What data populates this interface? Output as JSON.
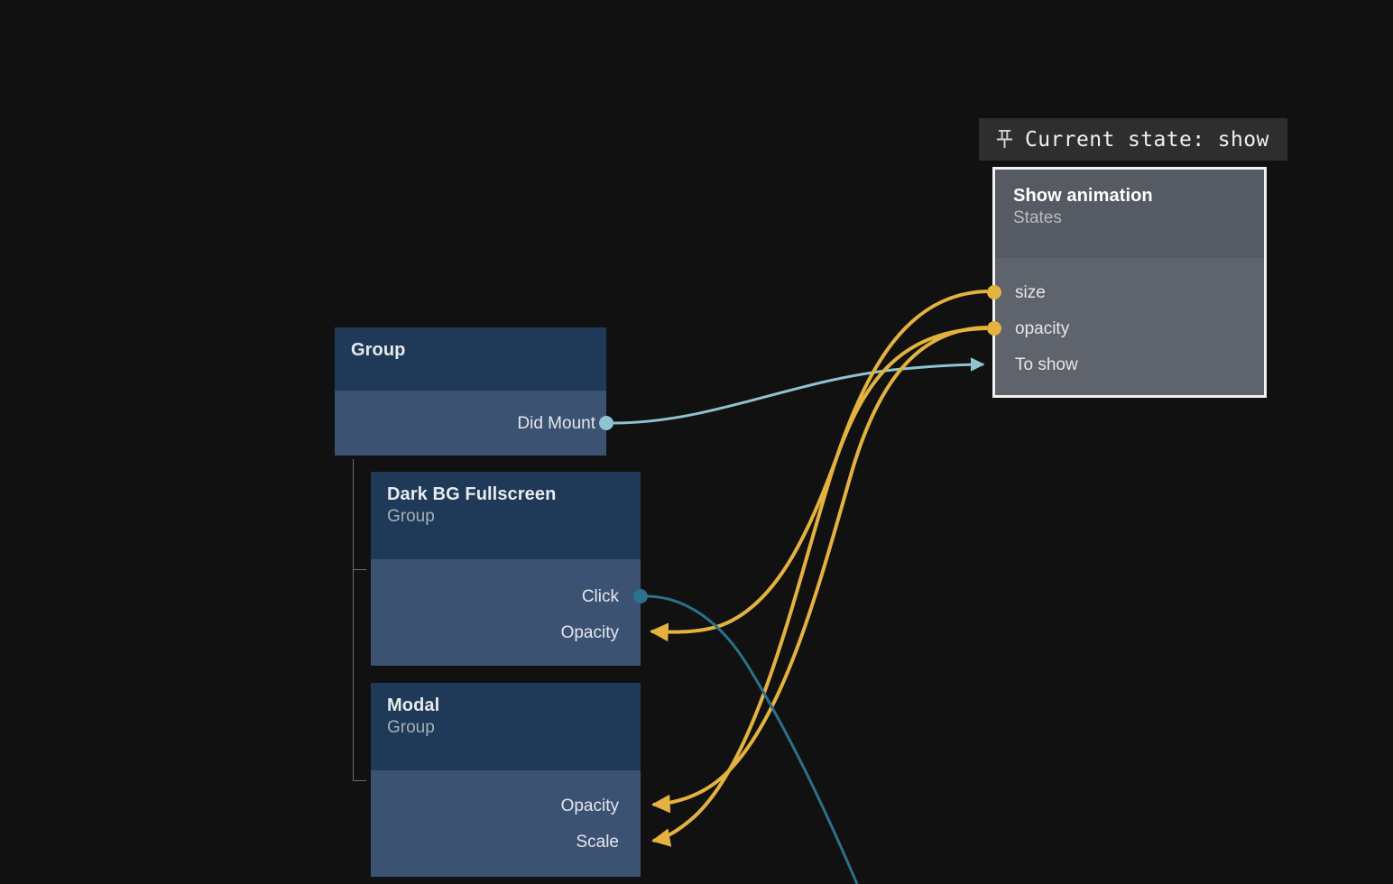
{
  "app": {
    "canvas_background": "#111111",
    "kind": "node-graph-editor"
  },
  "state_badge": {
    "icon": "pin-icon",
    "text": "Current state: show",
    "background": "#2e2e2e",
    "text_color": "#f0f0f0"
  },
  "colors": {
    "node_header_blue": "#1e3a58",
    "node_body_blue": "#3c5273",
    "node_header_gray": "#565a63",
    "node_body_gray": "#5f636c",
    "selection_border": "#f2f2f2",
    "edge_amber": "#e4b23f",
    "edge_light_blue": "#8fc3d2",
    "edge_teal": "#2b718b",
    "tree_guide": "#6e6e6e"
  },
  "nodes": [
    {
      "id": "group",
      "title": "Group",
      "subtitle": "",
      "selected": false,
      "ports": [
        {
          "name": "Did Mount",
          "side": "out",
          "shape": "dot",
          "color": "#8fc3d2"
        }
      ]
    },
    {
      "id": "dark-bg-fullscreen",
      "title": "Dark BG Fullscreen",
      "subtitle": "Group",
      "selected": false,
      "ports": [
        {
          "name": "Click",
          "side": "out",
          "shape": "dot",
          "color": "#2b718b"
        },
        {
          "name": "Opacity",
          "side": "in",
          "shape": "arrow",
          "color": "#e4b23f"
        }
      ]
    },
    {
      "id": "modal",
      "title": "Modal",
      "subtitle": "Group",
      "selected": false,
      "ports": [
        {
          "name": "Opacity",
          "side": "in",
          "shape": "arrow",
          "color": "#e4b23f"
        },
        {
          "name": "Scale",
          "side": "in",
          "shape": "arrow",
          "color": "#e4b23f"
        }
      ]
    },
    {
      "id": "show-animation",
      "title": "Show animation",
      "subtitle": "States",
      "selected": true,
      "ports": [
        {
          "name": "size",
          "side": "in",
          "shape": "dot",
          "color": "#e4b23f"
        },
        {
          "name": "opacity",
          "side": "in",
          "shape": "dot",
          "color": "#e4b23f"
        },
        {
          "name": "To show",
          "side": "in",
          "shape": "arrow",
          "color": "#8fc3d2"
        }
      ]
    }
  ],
  "connections": [
    {
      "from": "group.Did Mount",
      "to": "show-animation.To show",
      "color": "#8fc3d2"
    },
    {
      "from": "show-animation.size",
      "to": "modal.Scale",
      "color": "#e4b23f"
    },
    {
      "from": "show-animation.opacity",
      "to": "modal.Opacity",
      "color": "#e4b23f"
    },
    {
      "from": "show-animation.opacity",
      "to": "dark-bg-fullscreen.Opacity",
      "color": "#e4b23f"
    },
    {
      "from": "dark-bg-fullscreen.Click",
      "to": "offscreen-below",
      "color": "#2b718b"
    }
  ]
}
